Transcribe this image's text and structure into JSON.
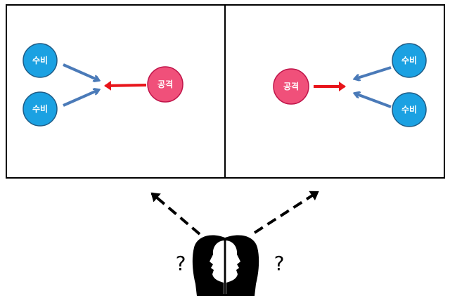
{
  "panels": [
    {
      "defense_labels": [
        "수비",
        "수비"
      ],
      "attack_label": "공격"
    },
    {
      "defense_labels": [
        "수비",
        "수비"
      ],
      "attack_label": "공격"
    }
  ],
  "question_marks": [
    "?",
    "?"
  ],
  "colors": {
    "defense_fill": "#1ba1e2",
    "defense_stroke": "#1f5c86",
    "attack_fill": "#f0507a",
    "attack_stroke": "#c0154a",
    "defense_arrow": "#4a7ab8",
    "attack_arrow": "#e8141a",
    "frame": "#000000"
  },
  "icons": {
    "head": "two-faced-head-silhouette-icon"
  }
}
